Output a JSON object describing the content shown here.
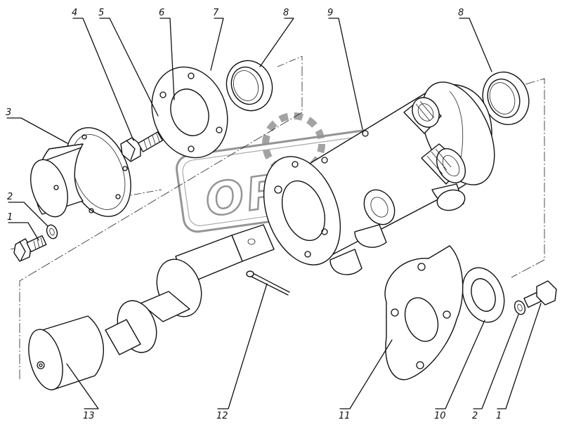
{
  "watermark": {
    "text": "OPEX"
  },
  "callouts": [
    "1",
    "2",
    "3",
    "4",
    "5",
    "6",
    "7",
    "8",
    "9",
    "8",
    "10",
    "11",
    "12",
    "13",
    "2",
    "1"
  ]
}
